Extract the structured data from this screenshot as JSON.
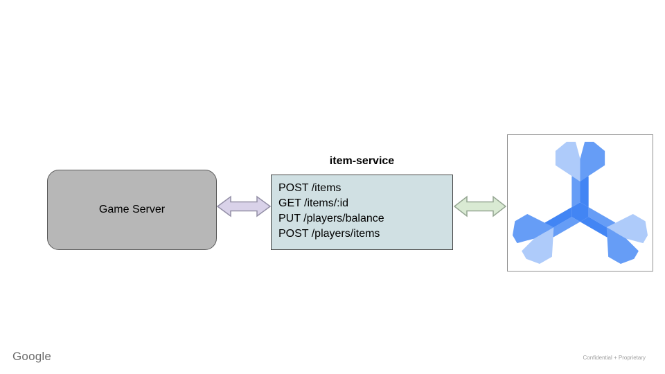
{
  "slide": {
    "colors": {
      "game_server_fill": "#b7b7b7",
      "game_server_border": "#595959",
      "item_service_fill": "#d0e0e3",
      "item_service_border": "#434343",
      "arrow_left_fill": "#d9d2e9",
      "arrow_left_stroke": "#938fa6",
      "arrow_right_fill": "#d9ead3",
      "arrow_right_stroke": "#94a591",
      "spanner_light": "#aecbfa",
      "spanner_medium": "#669df6",
      "spanner_dark": "#4285f4",
      "brand_gray": "#6d6d6d",
      "footnote_gray": "#9e9e9e"
    },
    "diagram": {
      "game_server": {
        "label": "Game Server"
      },
      "item_service": {
        "title": "item-service",
        "endpoints": [
          "POST /items",
          "GET /items/:id",
          "PUT /players/balance",
          "POST /players/items"
        ]
      },
      "arrows": [
        {
          "name": "game-server-to-item-service",
          "direction": "bidirectional"
        },
        {
          "name": "item-service-to-database",
          "direction": "bidirectional"
        }
      ],
      "database_icon": "cloud-spanner"
    },
    "footer": {
      "brand": "Google",
      "confidential": "Confidential + Proprietary"
    }
  }
}
